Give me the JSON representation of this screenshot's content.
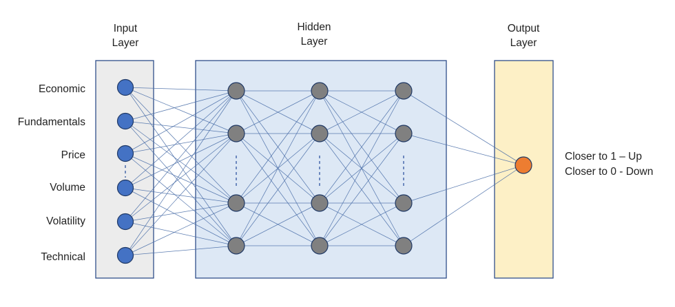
{
  "layers": {
    "input": {
      "title_line1": "Input",
      "title_line2": "Layer",
      "box_fill": "#ececec",
      "node_color": "#4472c4"
    },
    "hidden": {
      "title_line1": "Hidden",
      "title_line2": "Layer",
      "box_fill": "#dde8f5",
      "node_color": "#808080"
    },
    "output": {
      "title_line1": "Output",
      "title_line2": "Layer",
      "box_fill": "#fdf0c6",
      "node_color": "#ed7d31"
    }
  },
  "input_features": [
    "Economic",
    "Fundamentals",
    "Price",
    "Volume",
    "Volatility",
    "Technical"
  ],
  "output_labels": [
    "Closer to 1 – Up",
    "Closer to 0 - Down"
  ],
  "colors": {
    "box_border": "#2f4f8a",
    "edge": "#4a6ea8",
    "node_outline": "#1f3864"
  }
}
